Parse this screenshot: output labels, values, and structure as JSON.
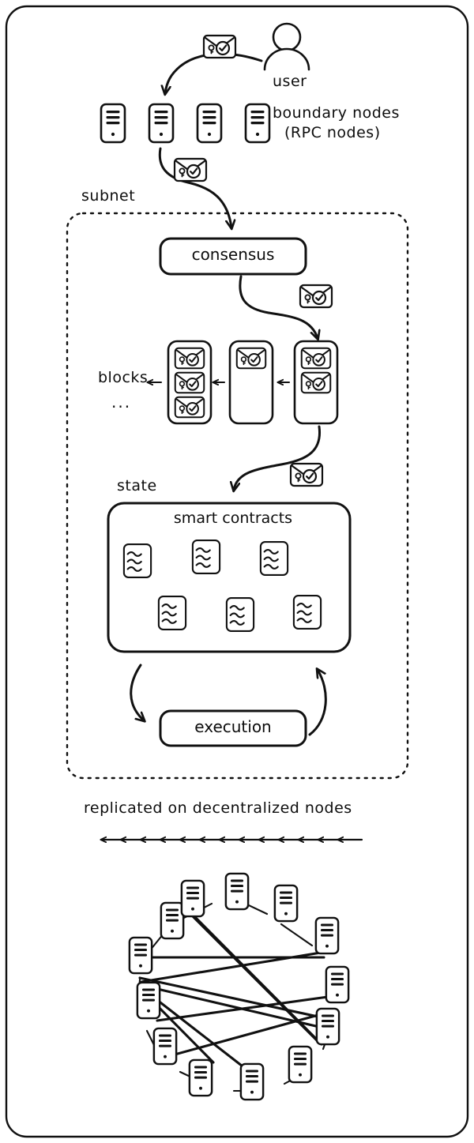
{
  "diagram": {
    "title": "Internet Computer subnet architecture",
    "style": "hand-drawn black-and-white sketch",
    "stroke_color": "#111111",
    "background_color": "#ffffff"
  },
  "labels": {
    "user": "user",
    "boundary_nodes_line1": "boundary nodes",
    "boundary_nodes_line2": "(RPC nodes)",
    "subnet": "subnet",
    "consensus": "consensus",
    "blocks": "blocks",
    "blocks_ellipsis": "...",
    "state": "state",
    "smart_contracts": "smart contracts",
    "execution": "execution",
    "replicated": "replicated on decentralized nodes"
  },
  "icons": {
    "user": "user-avatar-icon",
    "server": "server-node-icon",
    "message": "signed-envelope-icon",
    "contract": "smart-contract-tile-icon",
    "arrow_down": "arrow-down-icon",
    "arrow_left": "arrow-left-icon"
  },
  "counts": {
    "boundary_nodes": 4,
    "blocks": 3,
    "messages_per_block": [
      3,
      1,
      2
    ],
    "smart_contracts": 6,
    "replication_arrows": 13,
    "network_nodes": 13
  },
  "flow": [
    {
      "from": "user",
      "to": "boundary nodes",
      "payload": "signed-envelope-icon"
    },
    {
      "from": "boundary nodes",
      "to": "consensus",
      "payload": "signed-envelope-icon"
    },
    {
      "from": "consensus",
      "to": "blocks",
      "payload": "signed-envelope-icon"
    },
    {
      "from": "blocks",
      "to": "state",
      "payload": "signed-envelope-icon"
    },
    {
      "from": "state",
      "to": "execution",
      "payload": ""
    },
    {
      "from": "execution",
      "to": "state",
      "payload": ""
    }
  ],
  "chart_data": {
    "type": "diagram",
    "nodes": [
      {
        "id": "user",
        "label": "user",
        "kind": "actor"
      },
      {
        "id": "boundary",
        "label": "boundary nodes (RPC nodes)",
        "kind": "server-row",
        "count": 4
      },
      {
        "id": "consensus",
        "label": "consensus",
        "kind": "box"
      },
      {
        "id": "blocks",
        "label": "blocks",
        "kind": "block-chain",
        "count": 3
      },
      {
        "id": "state",
        "label": "state / smart contracts",
        "kind": "container",
        "children": 6
      },
      {
        "id": "execution",
        "label": "execution",
        "kind": "box"
      },
      {
        "id": "network",
        "label": "replicated on decentralized nodes",
        "kind": "node-ring",
        "count": 13
      }
    ]
  }
}
